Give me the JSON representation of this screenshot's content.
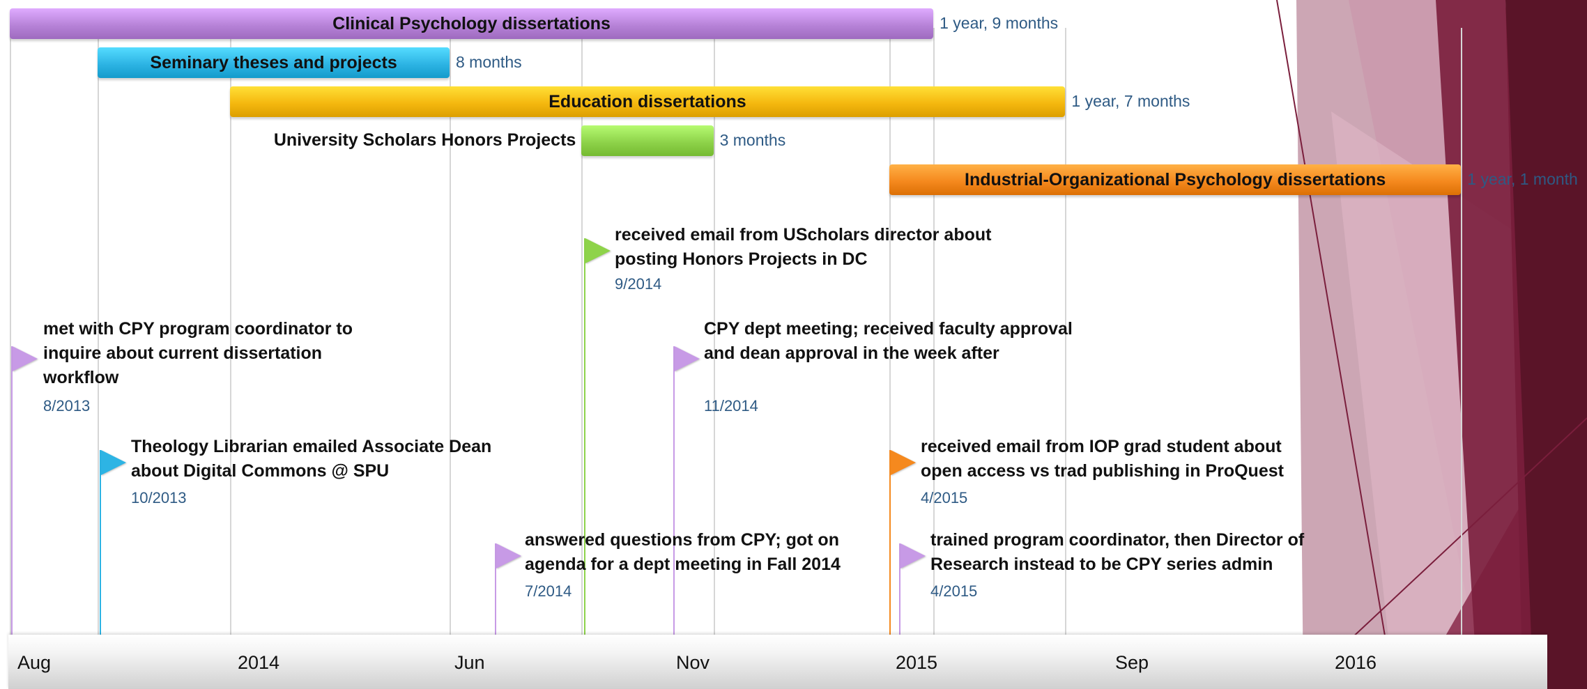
{
  "timeline": {
    "axis_labels": [
      {
        "label": "Aug",
        "date": "2013-08"
      },
      {
        "label": "2014",
        "date": "2014-01"
      },
      {
        "label": "Jun",
        "date": "2014-06"
      },
      {
        "label": "Nov",
        "date": "2014-11"
      },
      {
        "label": "2015",
        "date": "2015-01"
      },
      {
        "label": "Sep",
        "date": "2015-09"
      },
      {
        "label": "2016",
        "date": "2016-01"
      }
    ],
    "bars": [
      {
        "label": "Clinical Psychology dissertations",
        "duration": "1 year, 9 months",
        "start": "2013-08",
        "end": "2015-05",
        "color": "#b783d8",
        "label_outside": false
      },
      {
        "label": "Seminary theses and projects",
        "duration": "8 months",
        "start": "2013-10",
        "end": "2014-06",
        "color": "#2db4e4",
        "label_outside": false
      },
      {
        "label": "Education dissertations",
        "duration": "1 year, 7 months",
        "start": "2014-01",
        "end": "2015-08",
        "color": "#f5b80f",
        "label_outside": false
      },
      {
        "label": "University Scholars Honors Projects",
        "duration": "3 months",
        "start": "2014-09",
        "end": "2014-12",
        "color": "#8ed34a",
        "label_outside": true
      },
      {
        "label": "Industrial-Organizational Psychology dissertations",
        "duration": "1 year, 1 month",
        "start": "2015-04",
        "end": "2016-05",
        "color": "#f5891e",
        "label_outside": false
      }
    ],
    "milestones": [
      {
        "text": "received email from UScholars director about posting Honors Projects in DC",
        "date": "9/2014",
        "color": "#8ed34a"
      },
      {
        "text": "met with CPY program coordinator to inquire about current dissertation workflow",
        "date": "8/2013",
        "color": "#c79ae6"
      },
      {
        "text": "CPY dept meeting; received faculty approval and dean approval in the week after",
        "date": "11/2014",
        "color": "#c79ae6"
      },
      {
        "text": "Theology Librarian emailed Associate Dean about Digital Commons @ SPU",
        "date": "10/2013",
        "color": "#2db4e4"
      },
      {
        "text": "received email from IOP grad student about open access vs trad publishing in ProQuest",
        "date": "4/2015",
        "color": "#f5891e"
      },
      {
        "text": "answered questions from CPY; got on agenda for a dept meeting in Fall 2014",
        "date": "7/2014",
        "color": "#c79ae6"
      },
      {
        "text": "trained program coordinator, then Director of Research instead to be CPY series admin",
        "date": "4/2015",
        "color": "#c79ae6"
      }
    ]
  },
  "colors": {
    "date_text": "#2e5a84",
    "gridline": "#d6d6d6",
    "decor_maroon": "#7a1e3c",
    "decor_dark": "#5a1428"
  }
}
